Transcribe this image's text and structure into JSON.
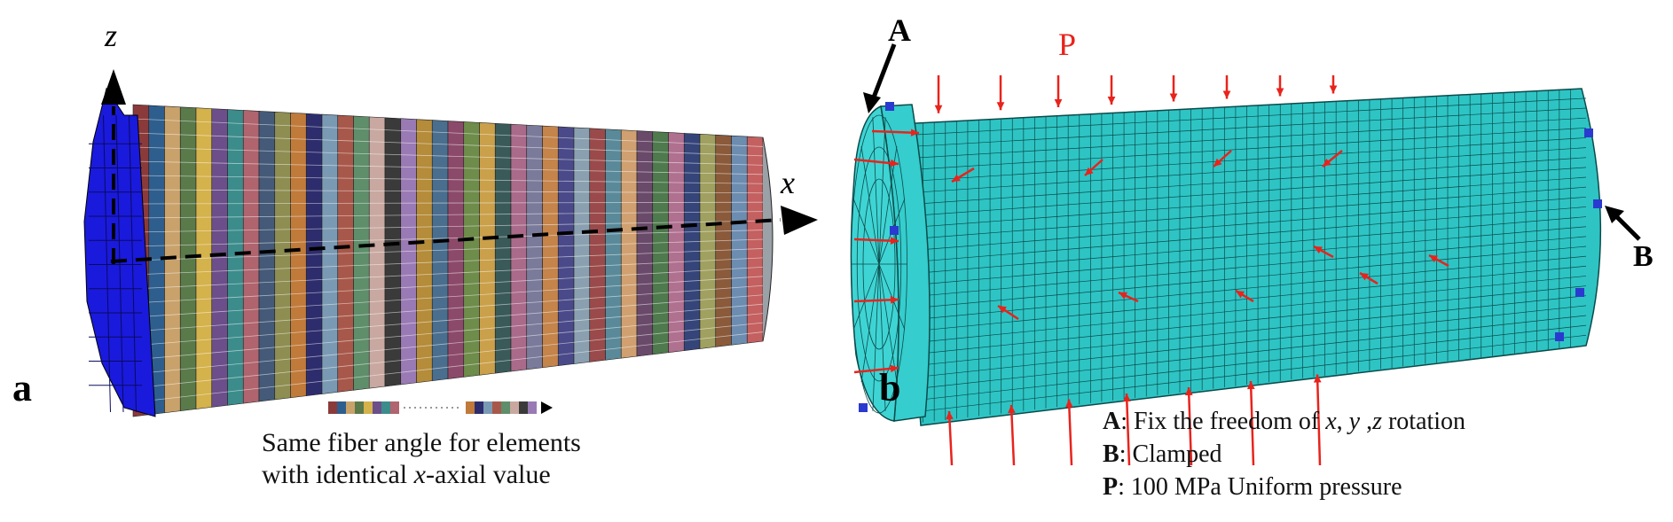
{
  "panel_a": {
    "letter": "a",
    "axis_z": "z",
    "axis_x": "x",
    "caption_line1": "Same fiber angle for elements",
    "caption_line2_pre": "with identical ",
    "caption_line2_italic": "x",
    "caption_line2_post": "-axial value",
    "colors": {
      "end_face": "#1a1adc",
      "bands": [
        "#8b3a3a",
        "#2e5e8e",
        "#c9a26b",
        "#5a7a4a",
        "#d4b24c",
        "#6b4e8a",
        "#3c8c8c",
        "#b0646e",
        "#445a78",
        "#8e8e52",
        "#c07a3a",
        "#2d2d6e",
        "#7a9ab4",
        "#a8584a",
        "#5e8e6a",
        "#c8a8a0",
        "#3a3a3a",
        "#9a7ab4",
        "#b48c3a",
        "#4a6e8e",
        "#8c4a6a",
        "#6e8c4a",
        "#caa04a",
        "#3a5a5a",
        "#aa6a8a",
        "#7a7a9a",
        "#c4844a",
        "#4a4a8a",
        "#8aa0b0",
        "#9a4a4a",
        "#5a8a9a",
        "#d0a070",
        "#6a4a6a",
        "#4e7a4e",
        "#b07090",
        "#35457a",
        "#a0a060",
        "#8a5a3a",
        "#6c8cb0",
        "#c46060"
      ]
    }
  },
  "panel_b": {
    "letter": "b",
    "label_a": "A",
    "label_b": "B",
    "label_p": "P",
    "note_a_key": "A",
    "note_a_pre": ": Fix the freedom of ",
    "note_a_x": "x",
    "note_a_sep1": ", ",
    "note_a_y": "y",
    "note_a_sep2": " ,",
    "note_a_z": "z",
    "note_a_post": " rotation",
    "note_b_key": "B",
    "note_b_text": ": Clamped",
    "note_p_key": "P",
    "note_p_text": ": 100 MPa Uniform pressure",
    "colors": {
      "mesh_fill": "#2ec4c4",
      "mesh_line": "#0c4a4a",
      "pressure_arrow": "#e8231c",
      "bc_marker": "#2a3ad0"
    }
  }
}
